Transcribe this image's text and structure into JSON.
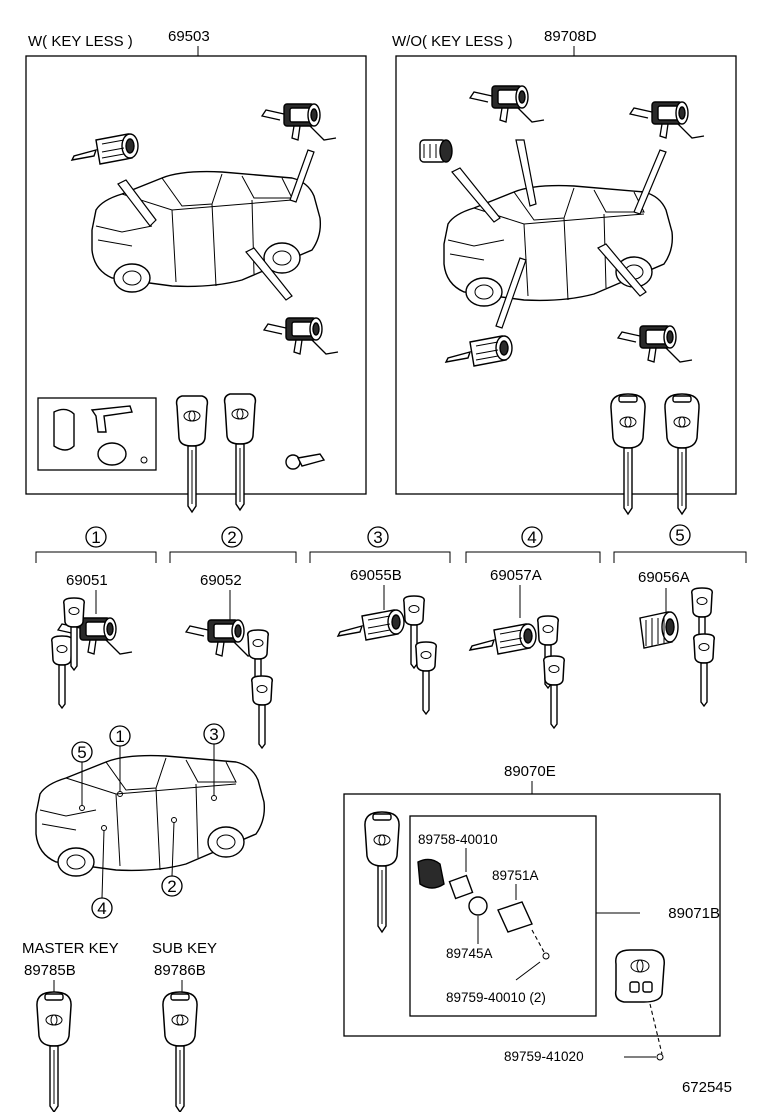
{
  "top_left": {
    "label": "W( KEY LESS )",
    "part_no": "69503"
  },
  "top_right": {
    "label": "W/O( KEY LESS )",
    "part_no": "89708D"
  },
  "groups": [
    {
      "num": "1",
      "part_no": "69051"
    },
    {
      "num": "2",
      "part_no": "69052"
    },
    {
      "num": "3",
      "part_no": "69055B"
    },
    {
      "num": "4",
      "part_no": "69057A"
    },
    {
      "num": "5",
      "part_no": "69056A"
    }
  ],
  "locator": {
    "nums": [
      "5",
      "1",
      "3",
      "2",
      "4"
    ]
  },
  "master_key": {
    "label": "MASTER  KEY",
    "part_no": "89785B"
  },
  "sub_key": {
    "label": "SUB  KEY",
    "part_no": "89786B"
  },
  "remote": {
    "part_no": "89070E",
    "inner_part_no": "89071B",
    "parts": [
      "89758-40010",
      "89751A",
      "89745A",
      "89759-40010 (2)"
    ],
    "screw_part_no": "89759-41020"
  },
  "diagram_no": "672545"
}
